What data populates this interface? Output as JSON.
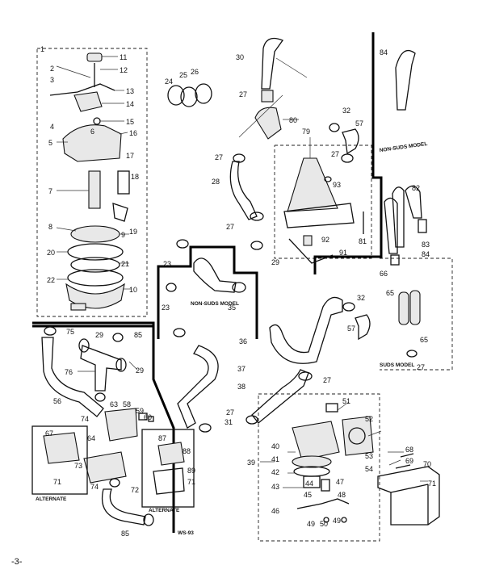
{
  "diagram": {
    "page_number": "-3-",
    "code": "WS-93",
    "callouts": {
      "n1": "1",
      "n2": "2",
      "n3": "3",
      "n4": "4",
      "n5": "5",
      "n6": "6",
      "n7": "7",
      "n8": "8",
      "n9": "9",
      "n10": "10",
      "n11": "11",
      "n12": "12",
      "n13": "13",
      "n14": "14",
      "n15": "15",
      "n16": "16",
      "n17": "17",
      "n18": "18",
      "n19": "19",
      "n20": "20",
      "n21": "21",
      "n22": "22",
      "n23a": "23",
      "n23b": "23",
      "n24": "24",
      "n25": "25",
      "n26": "26",
      "n27a": "27",
      "n27b": "27",
      "n27c": "27",
      "n27d": "27",
      "n27e": "27",
      "n27f": "27",
      "n27g": "27",
      "n28": "28",
      "n29a": "29",
      "n29b": "29",
      "n29c": "29",
      "n30": "30",
      "n31": "31",
      "n32a": "32",
      "n32b": "32",
      "n35": "35",
      "n36": "36",
      "n37": "37",
      "n38": "38",
      "n39": "39",
      "n40": "40",
      "n41": "41",
      "n42": "42",
      "n43": "43",
      "n44": "44",
      "n45": "45",
      "n46": "46",
      "n47": "47",
      "n48": "48",
      "n49a": "49",
      "n49b": "49",
      "n50": "50",
      "n51": "51",
      "n52": "52",
      "n53": "53",
      "n54": "54",
      "n56": "56",
      "n57a": "57",
      "n57b": "57",
      "n58": "58",
      "n59": "59",
      "n60": "60",
      "n63": "63",
      "n64": "64",
      "n65a": "65",
      "n65b": "65",
      "n66": "66",
      "n67": "67",
      "n68": "68",
      "n69": "69",
      "n70": "70",
      "n71a": "71",
      "n71b": "71",
      "n71c": "71",
      "n72": "72",
      "n73": "73",
      "n74a": "74",
      "n74b": "74",
      "n75": "75",
      "n76": "76",
      "n79": "79",
      "n80": "80",
      "n81": "81",
      "n82": "82",
      "n83": "83",
      "n84a": "84",
      "n84b": "84",
      "n85a": "85",
      "n85b": "85",
      "n87": "87",
      "n88": "88",
      "n89": "89",
      "n91": "91",
      "n92": "92",
      "n93": "93"
    },
    "notes": {
      "non_suds_model_top": "NON-SUDS MODEL",
      "non_suds_model_mid": "NON-SUDS MODEL",
      "suds_model": "SUDS MODEL",
      "alternate_left": "ALTERNATE",
      "alternate_right": "ALTERNATE"
    }
  }
}
